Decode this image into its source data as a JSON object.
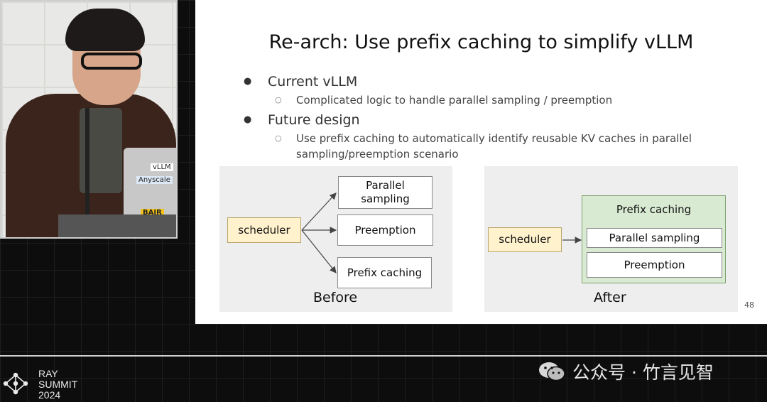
{
  "slide": {
    "title": "Re-arch: Use prefix caching to simplify vLLM",
    "bullets": [
      {
        "text": "Current vLLM",
        "sub": "Complicated logic to handle parallel sampling / preemption"
      },
      {
        "text": "Future design",
        "sub": "Use prefix caching to automatically identify reusable KV caches in parallel sampling/preemption scenario"
      }
    ],
    "before": {
      "scheduler": "scheduler",
      "targets": [
        "Parallel sampling",
        "Preemption",
        "Prefix caching"
      ],
      "caption": "Before"
    },
    "after": {
      "scheduler": "scheduler",
      "group_title": "Prefix caching",
      "items": [
        "Parallel sampling",
        "Preemption"
      ],
      "caption": "After"
    },
    "page_number": "48"
  },
  "video": {
    "stickers": [
      "vLLM",
      "Anyscale",
      "BAIR"
    ]
  },
  "branding": {
    "event_line1": "RAY",
    "event_line2": "SUMMIT",
    "event_line3": "2024",
    "watermark": "公众号 · 竹言见智"
  },
  "colors": {
    "scheduler_fill": "#fff2cc",
    "group_fill": "#d9ead3"
  },
  "icons": [
    "ray-logo-icon",
    "wechat-icon"
  ]
}
